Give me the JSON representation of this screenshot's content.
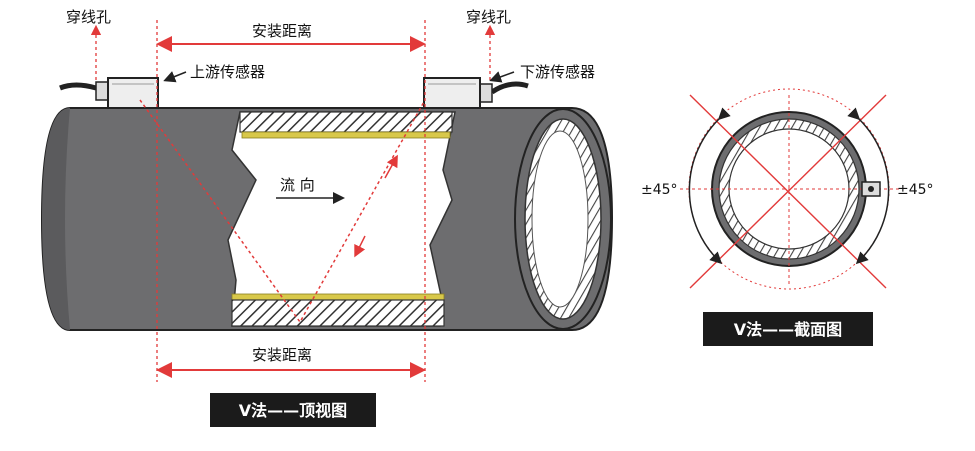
{
  "labels": {
    "hole_left": "穿线孔",
    "hole_right": "穿线孔",
    "distance_top": "安装距离",
    "distance_bottom": "安装距离",
    "upstream_sensor": "上游传感器",
    "downstream_sensor": "下游传感器",
    "flow_direction": "流 向",
    "angle_left": "±45°",
    "angle_right": "±45°"
  },
  "captions": {
    "top_view": "V法——顶视图",
    "section_view": "V法——截面图"
  },
  "colors": {
    "pipe": "#6d6d6f",
    "pipe_edge": "#2a2a2a",
    "path_red": "#e23a3a",
    "lining_yellow": "#d8c84a",
    "caption_bg": "#1b1b1b",
    "caption_text": "#ffffff"
  }
}
